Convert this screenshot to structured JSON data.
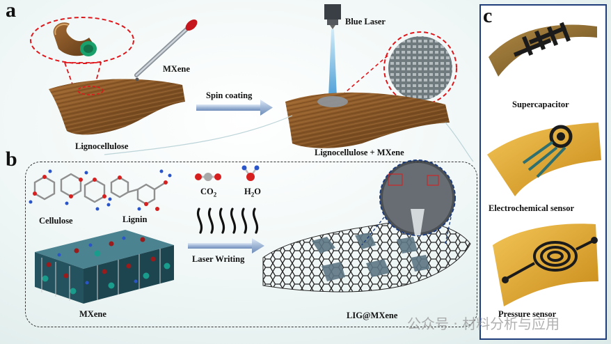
{
  "panels": {
    "a": "a",
    "b": "b",
    "c": "c"
  },
  "panel_a": {
    "mxene_label": "MXene",
    "blue_laser_label": "Blue Laser",
    "spin_coating_label": "Spin coating",
    "lignocellulose_label": "Lignocellulose",
    "composite_label": "Lignocellulose + MXene"
  },
  "panel_b": {
    "cellulose_label": "Cellulose",
    "lignin_label": "Lignin",
    "co2_label": "CO",
    "co2_sub": "2",
    "h2o_label": "H",
    "h2o_sub": "2",
    "h2o_tail": "O",
    "laser_writing_label": "Laser Writing",
    "mxene_label": "MXene",
    "lig_mxene_label": "LIG@MXene"
  },
  "panel_c": {
    "supercapacitor_label": "Supercapacitor",
    "electrochemical_label": "Electrochemical sensor",
    "pressure_label": "Pressure sensor"
  },
  "watermark": "公众号 · 材料分析与应用",
  "colors": {
    "panel_c_border": "#1f3d7a",
    "circle_dash": "#e0161b",
    "wood": "#8a5a2b",
    "substrate_gold": "#d9a12a",
    "laser_blue": "#7fc3e6"
  }
}
